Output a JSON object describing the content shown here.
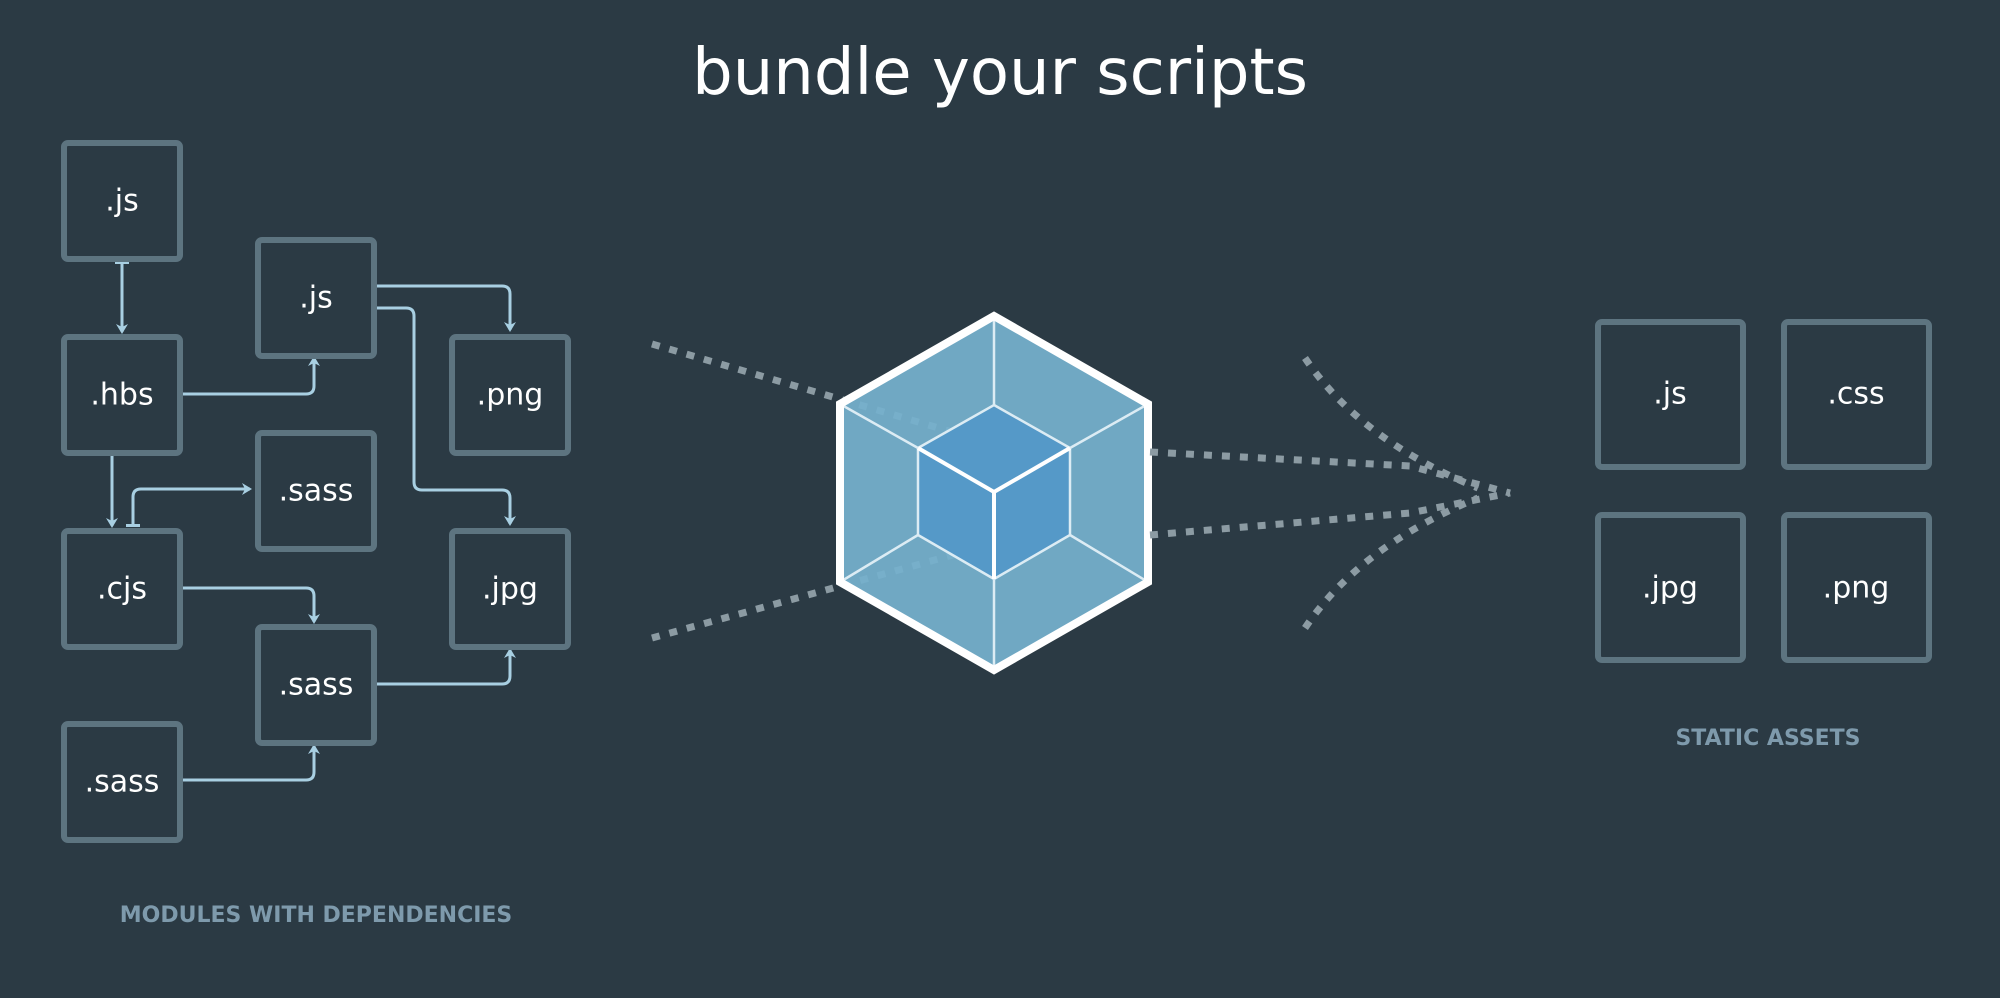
{
  "title": "bundle your scripts",
  "colors": {
    "background": "#2b3a44",
    "box_border": "#5d7480",
    "arrow": "#a8cfe2",
    "caption": "#7e9aac",
    "cube_outer": "#75b0cc",
    "cube_inner": "#5599c8"
  },
  "modules": {
    "caption": "MODULES WITH DEPENDENCIES",
    "nodes": [
      {
        "id": "js1",
        "label": ".js"
      },
      {
        "id": "hbs",
        "label": ".hbs"
      },
      {
        "id": "cjs",
        "label": ".cjs"
      },
      {
        "id": "sass3",
        "label": ".sass"
      },
      {
        "id": "js2",
        "label": ".js"
      },
      {
        "id": "sass1",
        "label": ".sass"
      },
      {
        "id": "sass2",
        "label": ".sass"
      },
      {
        "id": "png",
        "label": ".png"
      },
      {
        "id": "jpg",
        "label": ".jpg"
      }
    ],
    "edges": [
      {
        "from": "js1",
        "to": "hbs"
      },
      {
        "from": "hbs",
        "to": "js2"
      },
      {
        "from": "hbs",
        "to": "cjs"
      },
      {
        "from": "cjs",
        "to": "sass1"
      },
      {
        "from": "js2",
        "to": "png"
      },
      {
        "from": "js2",
        "to": "jpg"
      },
      {
        "from": "cjs",
        "to": "sass2"
      },
      {
        "from": "sass2",
        "to": "jpg"
      },
      {
        "from": "sass3",
        "to": "sass2"
      }
    ]
  },
  "bundler": {
    "logo": "webpack cube"
  },
  "assets": {
    "caption": "STATIC ASSETS",
    "items": [
      {
        "id": "a-js",
        "label": ".js"
      },
      {
        "id": "a-css",
        "label": ".css"
      },
      {
        "id": "a-jpg",
        "label": ".jpg"
      },
      {
        "id": "a-png",
        "label": ".png"
      }
    ]
  }
}
